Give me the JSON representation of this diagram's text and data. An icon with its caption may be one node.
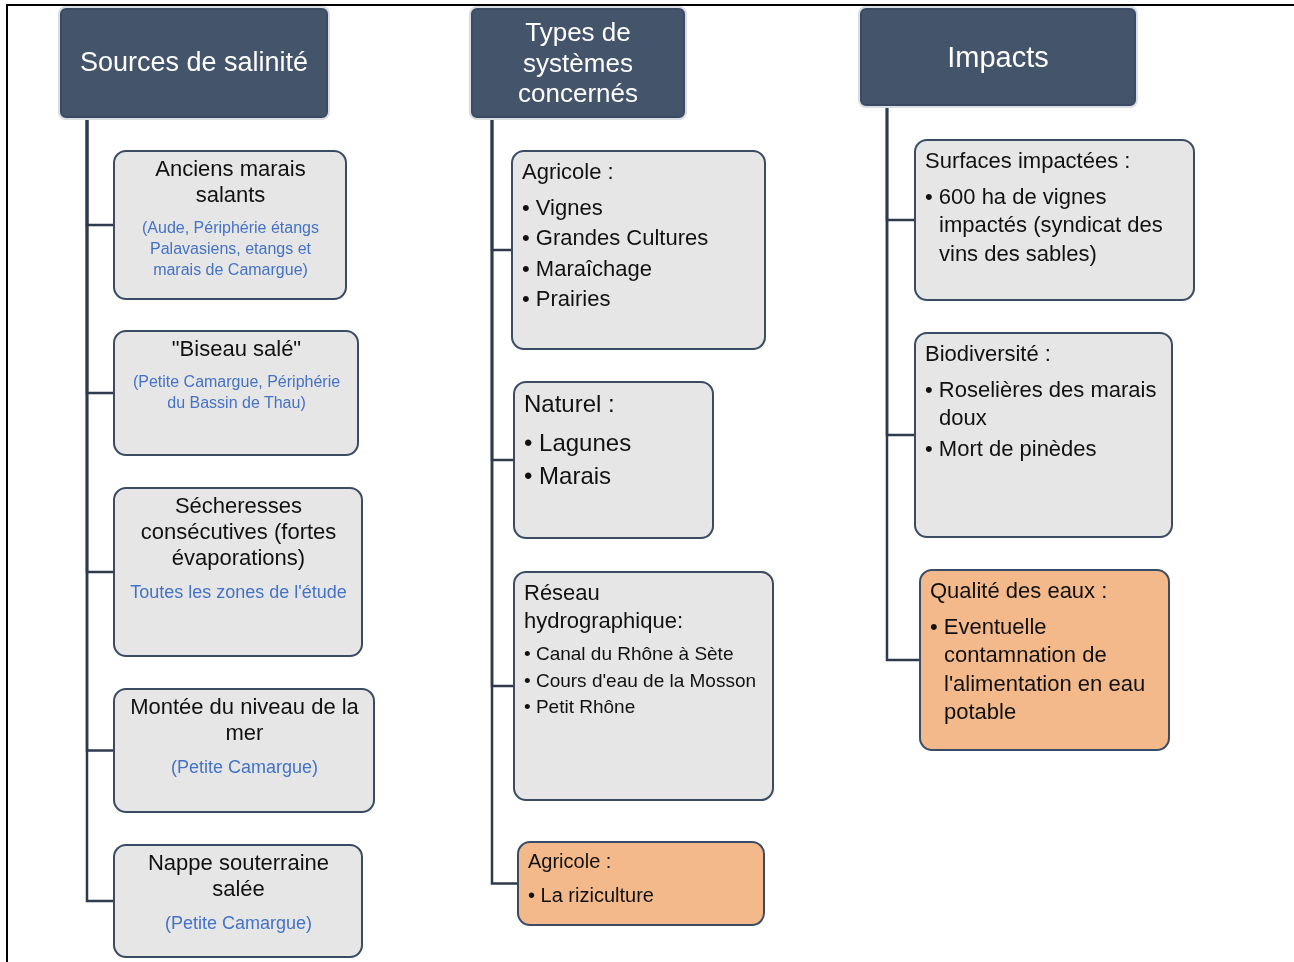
{
  "diagram": {
    "nodes": [
      {
        "text": [
          "Sources de salinité"
        ]
      },
      {
        "text": [
          "Anciens marais salants",
          "(Aude, Périphérie étangs Palavasiens, etangs et marais de Camargue)"
        ]
      },
      {
        "text": [
          "\"Biseau salé\"",
          "(Petite Camargue, Périphérie du Bassin de Thau)"
        ]
      },
      {
        "text": [
          "Sécheresses consécutives (fortes évaporations)",
          "Toutes les zones de l'étude"
        ]
      },
      {
        "text": [
          "Montée du niveau de la mer",
          "(Petite Camargue)"
        ]
      },
      {
        "text": [
          "Nappe souterraine salée",
          "(Petite Camargue)"
        ]
      },
      {
        "text": [
          "Types de systèmes concernés"
        ]
      },
      {
        "text": [
          "Agricole :",
          "• Vignes",
          "• Grandes Cultures",
          "• Maraîchage",
          "• Prairies"
        ]
      },
      {
        "text": [
          "Naturel :",
          "• Lagunes",
          "• Marais"
        ]
      },
      {
        "text": [
          "Réseau hydrographique:",
          "• Canal du Rhône à Sète",
          "• Cours d'eau de la Mosson",
          "• Petit Rhône"
        ]
      },
      {
        "text": [
          "Agricole :",
          "• La riziculture"
        ]
      },
      {
        "text": [
          "Impacts"
        ]
      },
      {
        "text": [
          "Surfaces impactées :",
          "• 600 ha de vignes impactés (syndicat des vins des sables)"
        ]
      },
      {
        "text": [
          "Biodiversité :",
          "• Roselières des marais doux",
          "• Mort de pinèdes"
        ]
      },
      {
        "text": [
          "Qualité des eaux :",
          "• Eventuelle contamnation de l'alimentation en eau potable"
        ]
      }
    ],
    "edges": [
      {
        "from": 0,
        "to": 1,
        "arrow": "none"
      },
      {
        "from": 0,
        "to": 2,
        "arrow": "none"
      },
      {
        "from": 0,
        "to": 3,
        "arrow": "none"
      },
      {
        "from": 0,
        "to": 4,
        "arrow": "none"
      },
      {
        "from": 0,
        "to": 5,
        "arrow": "none"
      },
      {
        "from": 6,
        "to": 7,
        "arrow": "none"
      },
      {
        "from": 6,
        "to": 8,
        "arrow": "none"
      },
      {
        "from": 6,
        "to": 9,
        "arrow": "none"
      },
      {
        "from": 6,
        "to": 10,
        "arrow": "none"
      },
      {
        "from": 11,
        "to": 12,
        "arrow": "none"
      },
      {
        "from": 11,
        "to": 13,
        "arrow": "none"
      },
      {
        "from": 11,
        "to": 14,
        "arrow": "none"
      }
    ]
  }
}
